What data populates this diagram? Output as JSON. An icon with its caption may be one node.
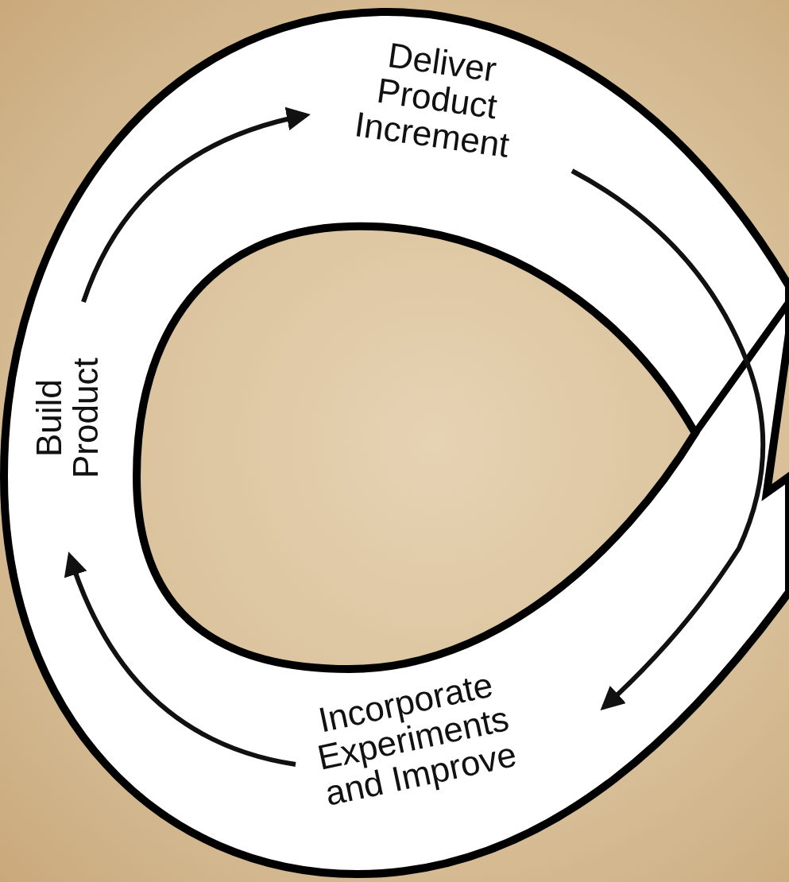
{
  "diagram": {
    "nodes": [
      {
        "text": [
          "Deliver Product Increment"
        ]
      },
      {
        "text": [
          "Build Product"
        ]
      },
      {
        "text": [
          "Incorporate Experiments and Improve"
        ]
      }
    ],
    "edges": [
      {
        "from": 1,
        "to": 0,
        "arrow": "to"
      },
      {
        "from": 0,
        "to": 2,
        "arrow": "to"
      },
      {
        "from": 2,
        "to": 1,
        "arrow": "to"
      }
    ]
  }
}
